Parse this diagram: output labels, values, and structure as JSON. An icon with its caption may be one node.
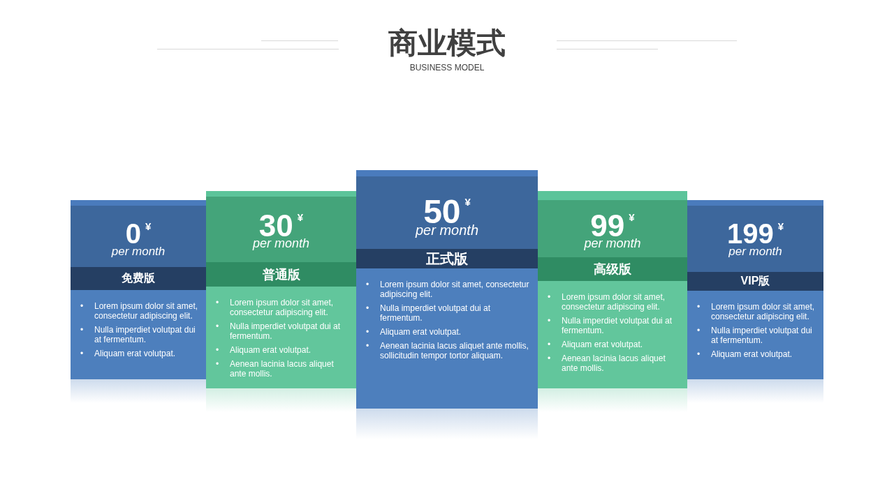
{
  "diagram": {
    "title": "商业模式",
    "nodes": [
      {
        "text": [
          "0",
          "¥",
          "per month"
        ]
      },
      {
        "text": [
          "免费版"
        ]
      },
      {
        "text": [
          "•",
          "Lorem ipsum dolor sit amet, consectetur adipiscing elit.",
          "•",
          "Nulla imperdiet volutpat dui at fermentum.",
          "•",
          "Aliquam erat volutpat."
        ]
      },
      {
        "text": [],
        "shape": "bar"
      },
      {
        "text": [
          "30",
          "¥",
          "per month"
        ]
      },
      {
        "text": [
          "普通版"
        ]
      },
      {
        "text": [
          "•",
          "Lorem ipsum dolor sit amet, consectetur adipiscing elit.",
          "•",
          "Nulla imperdiet volutpat dui at fermentum.",
          "•",
          "Aliquam erat volutpat.",
          "•",
          "Aenean lacinia lacus aliquet ante mollis."
        ]
      },
      {
        "text": [],
        "shape": "bar"
      },
      {
        "text": [
          "50",
          "¥",
          "per month"
        ]
      },
      {
        "text": [
          "正式版"
        ]
      },
      {
        "text": [
          "•",
          "Lorem ipsum dolor sit amet, consectetur adipiscing elit.",
          "•",
          "Nulla imperdiet volutpat dui at fermentum.",
          "•",
          "Aliquam erat volutpat.",
          "•",
          "Aenean lacinia lacus aliquet ante mollis, sollicitudin tempor tortor aliquam."
        ]
      },
      {
        "text": [],
        "shape": "bar"
      },
      {
        "text": [
          "99",
          "¥",
          "per month"
        ]
      },
      {
        "text": [
          "高级版"
        ]
      },
      {
        "text": [
          "•",
          "Lorem ipsum dolor sit amet, consectetur adipiscing elit.",
          "•",
          "Nulla imperdiet volutpat dui at fermentum.",
          "•",
          "Aliquam erat volutpat.",
          "•",
          "Aenean lacinia lacus aliquet ante mollis."
        ]
      },
      {
        "text": [],
        "shape": "bar"
      },
      {
        "text": [
          "199",
          "¥",
          "per month"
        ]
      },
      {
        "text": [
          "VIP版"
        ]
      },
      {
        "text": [
          "•",
          "Lorem ipsum dolor sit amet, consectetur adipiscing elit.",
          "•",
          "Nulla imperdiet volutpat dui at fermentum.",
          "•",
          "Aliquam erat volutpat."
        ]
      },
      {
        "text": [],
        "shape": "bar"
      }
    ],
    "edges": [],
    "labels": [
      "BUSINESS MODEL"
    ]
  }
}
